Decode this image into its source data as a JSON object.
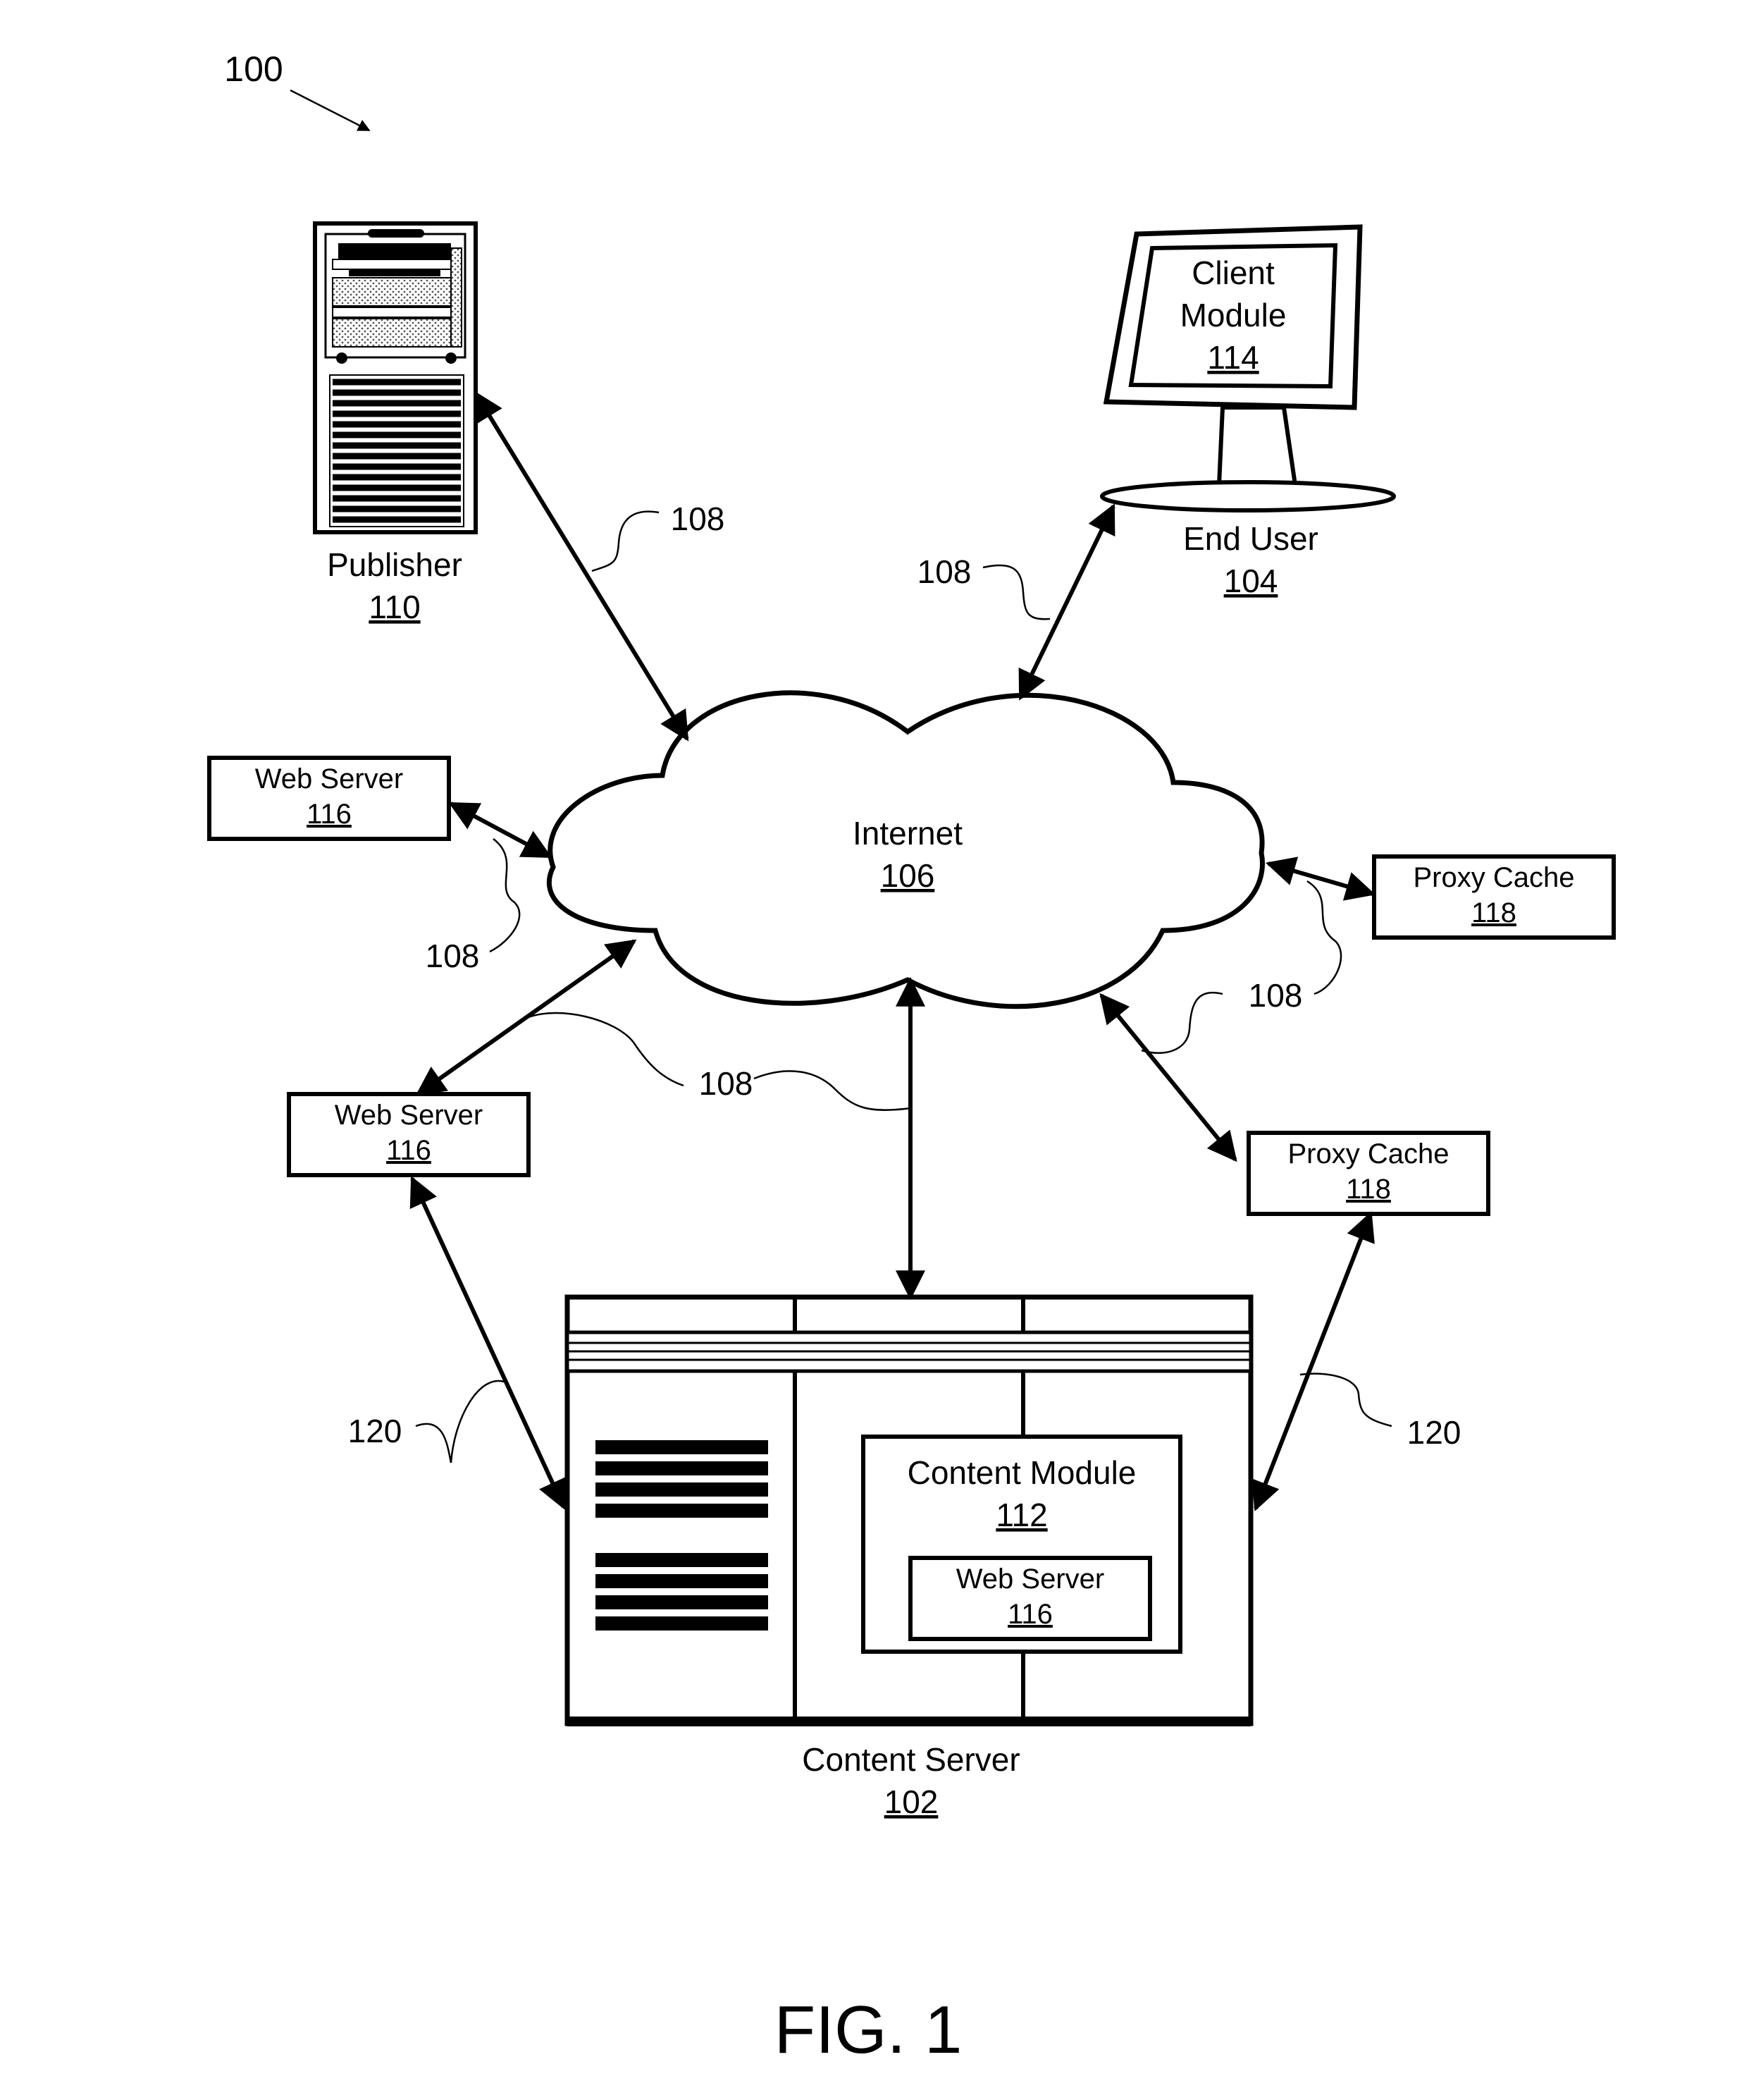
{
  "figure": {
    "ref": "100",
    "caption": "FIG. 1"
  },
  "nodes": {
    "publisher": {
      "label": "Publisher",
      "ref": "110"
    },
    "end_user": {
      "label": "End User",
      "ref": "104"
    },
    "client_module": {
      "line1": "Client",
      "line2": "Module",
      "ref": "114"
    },
    "internet": {
      "label": "Internet",
      "ref": "106"
    },
    "web_server_top": {
      "label": "Web Server",
      "ref": "116"
    },
    "web_server_left": {
      "label": "Web Server",
      "ref": "116"
    },
    "proxy_cache_right": {
      "label": "Proxy Cache",
      "ref": "118"
    },
    "proxy_cache_lower": {
      "label": "Proxy Cache",
      "ref": "118"
    },
    "content_module": {
      "label": "Content Module",
      "ref": "112"
    },
    "web_server_inner": {
      "label": "Web Server",
      "ref": "116"
    },
    "content_server": {
      "label": "Content Server",
      "ref": "102"
    }
  },
  "links": {
    "network_ref": "108",
    "direct_ref": "120"
  },
  "colors": {
    "ink": "#000000",
    "paper": "#ffffff",
    "shade": "#bdbdbd"
  }
}
